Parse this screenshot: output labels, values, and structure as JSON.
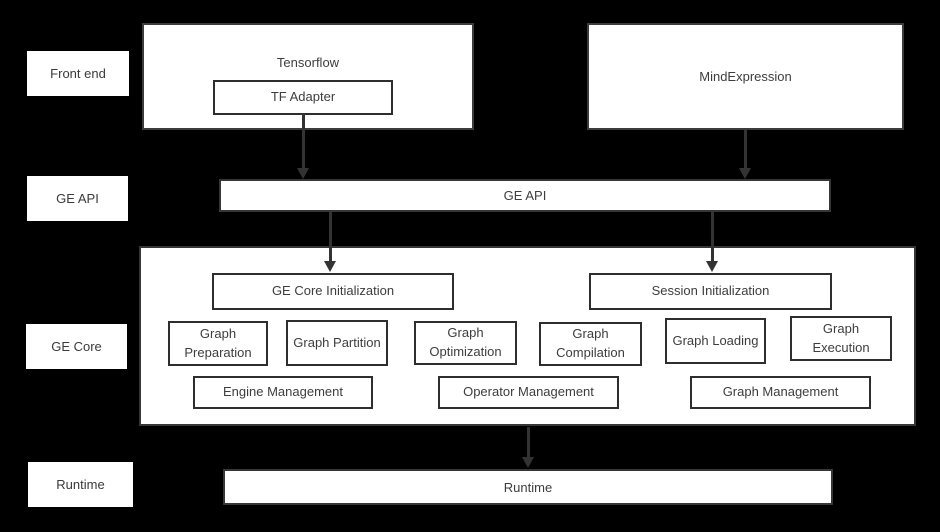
{
  "colors": {
    "background": "#000000",
    "box_fill": "#ffffff",
    "box_border": "#363636",
    "inner_box_border": "#2e2e2e",
    "text": "#3d3d3d",
    "arrow": "#333333"
  },
  "row_labels": [
    {
      "label": "Front end"
    },
    {
      "label": "GE API"
    },
    {
      "label": "GE Core"
    },
    {
      "label": "Runtime"
    }
  ],
  "front_end": {
    "tensorflow": {
      "title": "Tensorflow",
      "adapter_label": "TF Adapter"
    },
    "mind_expression_label": "MindExpression"
  },
  "ge_api": {
    "label": "GE API"
  },
  "ge_core": {
    "initialization": [
      {
        "label": "GE Core Initialization"
      },
      {
        "label": "Session Initialization"
      }
    ],
    "modules": [
      {
        "label": "Graph Preparation"
      },
      {
        "label": "Graph Partition"
      },
      {
        "label": "Graph Optimization"
      },
      {
        "label": "Graph Compilation"
      },
      {
        "label": "Graph Loading"
      },
      {
        "label": "Graph Execution"
      }
    ],
    "management": [
      {
        "label": "Engine Management"
      },
      {
        "label": "Operator Management"
      },
      {
        "label": "Graph Management"
      }
    ]
  },
  "runtime": {
    "label": "Runtime"
  },
  "edges": [
    {
      "from": "TF Adapter",
      "to": "GE API"
    },
    {
      "from": "MindExpression",
      "to": "GE API"
    },
    {
      "from": "GE API",
      "to": "GE Core Initialization"
    },
    {
      "from": "GE API",
      "to": "Session Initialization"
    },
    {
      "from": "GE Core",
      "to": "Runtime"
    }
  ]
}
